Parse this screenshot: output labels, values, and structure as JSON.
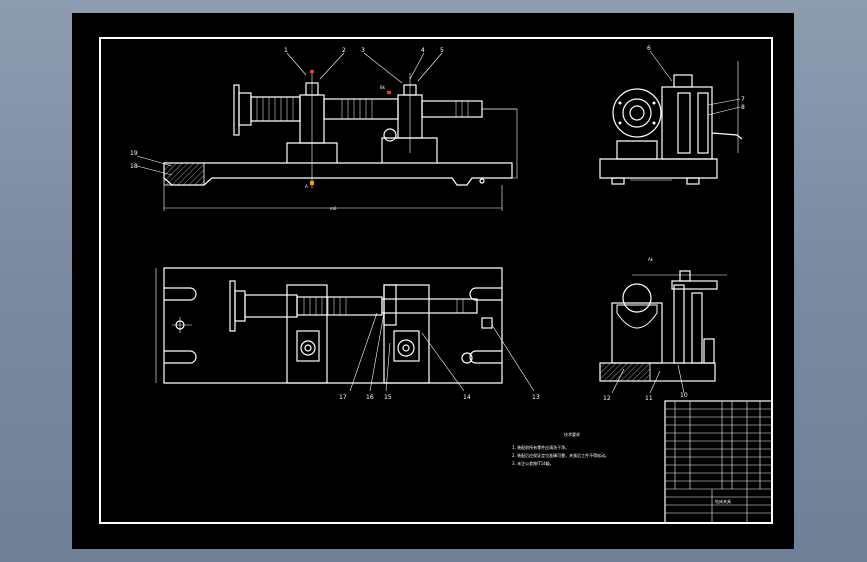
{
  "colors": {
    "background": "#7f8fa6",
    "paper": "#000000",
    "line": "#ffffff",
    "accent_red": "#ff3333",
    "accent_orange": "#ff9900"
  },
  "callouts": {
    "front": [
      "1",
      "2",
      "3",
      "4",
      "5",
      "19",
      "18"
    ],
    "side_top": [
      "6",
      "7",
      "8"
    ],
    "plan": [
      "17",
      "16",
      "15",
      "14",
      "13"
    ],
    "side_bottom": [
      "12",
      "11",
      "10"
    ]
  },
  "notes": {
    "heading": "技术要求",
    "lines": [
      "1. 装配前所有零件应清洗干净。",
      "2. 装配后应保证定位准确可靠，夹紧后工件不得松动。",
      "3. 未注公差按IT14级。"
    ]
  },
  "title_block": {
    "name": "钻床夹具"
  }
}
